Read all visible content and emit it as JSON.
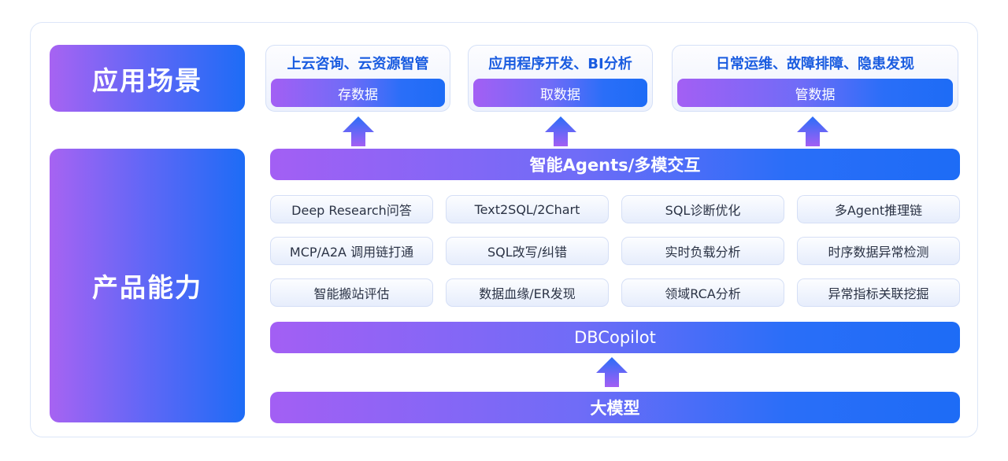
{
  "side_labels": {
    "top": "应用场景",
    "bottom": "产品能力"
  },
  "scenarios": [
    {
      "title": "上云咨询、云资源智管",
      "label": "存数据"
    },
    {
      "title": "应用程序开发、BI分析",
      "label": "取数据"
    },
    {
      "title": "日常运维、故障排障、隐患发现",
      "label": "管数据"
    }
  ],
  "layers": {
    "agents": "智能Agents/多模交互",
    "copilot": "DBCopilot",
    "model": "大模型"
  },
  "capabilities": [
    [
      "Deep Research问答",
      "Text2SQL/2Chart",
      "SQL诊断优化",
      "多Agent推理链"
    ],
    [
      "MCP/A2A 调用链打通",
      "SQL改写/纠错",
      "实时负载分析",
      "时序数据异常检测"
    ],
    [
      "智能搬站评估",
      "数据血缘/ER发现",
      "领域RCA分析",
      "异常指标关联挖掘"
    ]
  ],
  "colors": {
    "accent_blue": "#1d6cf6",
    "accent_purple": "#a35ff4",
    "title_blue": "#1a5ce0"
  },
  "icons": {
    "arrow": "up-arrow-icon"
  }
}
